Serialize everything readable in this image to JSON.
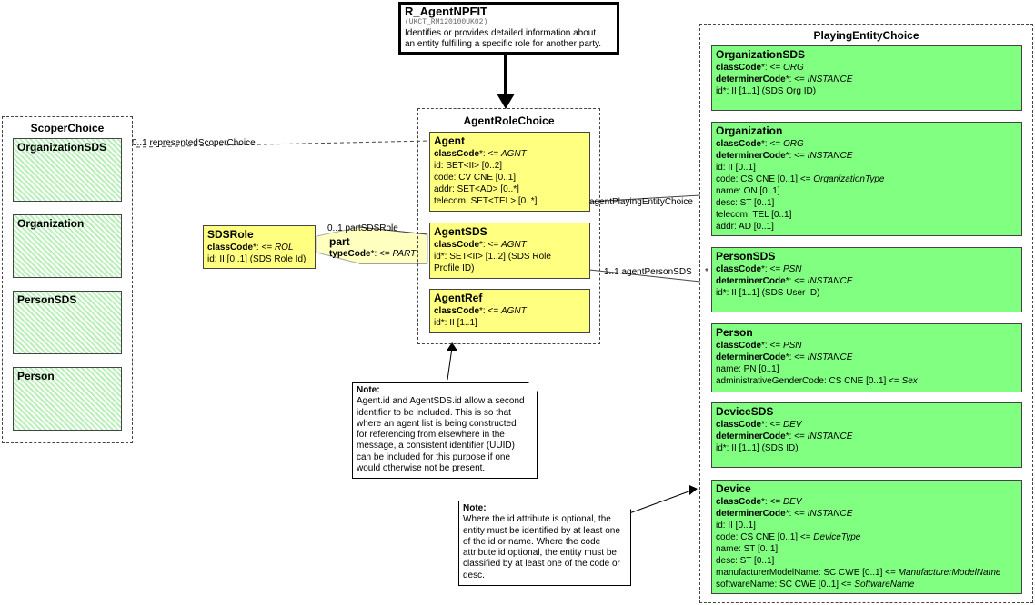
{
  "title_box": {
    "title": "R_AgentNPFIT",
    "id": "(UKCT_RM120100UK02)",
    "description_line1": "Identifies or provides detailed information about",
    "description_line2": "an entity fulfilling a specific role for another party."
  },
  "scoper_choice": {
    "title": "ScoperChoice",
    "classes": [
      "OrganizationSDS",
      "Organization",
      "PersonSDS",
      "Person"
    ]
  },
  "agent_role_choice": {
    "title": "AgentRoleChoice",
    "agent": {
      "name": "Agent",
      "classcode_label": "classCode",
      "classcode_value": "AGNT",
      "attrs": [
        "id: SET<II> [0..2]",
        "code: CV CNE [0..1]",
        "addr: SET<AD> [0..*]",
        "telecom: SET<TEL> [0..*]"
      ]
    },
    "agent_sds": {
      "name": "AgentSDS",
      "classcode_label": "classCode",
      "classcode_value": "AGNT",
      "attrs": [
        "id*: SET<II> [1..2] (SDS Role",
        "Profile ID)"
      ]
    },
    "agent_ref": {
      "name": "AgentRef",
      "classcode_label": "classCode",
      "classcode_value": "AGNT",
      "attrs": [
        "id*: II [1..1]"
      ]
    }
  },
  "sds_role": {
    "name": "SDSRole",
    "classcode_label": "classCode",
    "classcode_value": "ROL",
    "attrs": [
      "id: II [0..1] (SDS Role Id)"
    ]
  },
  "part": {
    "name": "part",
    "typecode_label": "typeCode",
    "typecode_value": "PART"
  },
  "playing_entity_choice": {
    "title": "PlayingEntityChoice",
    "organization_sds": {
      "name": "OrganizationSDS",
      "classcode_value": "ORG",
      "determiner_value": "INSTANCE",
      "attrs": [
        "id*: II [1..1] (SDS Org ID)"
      ]
    },
    "organization": {
      "name": "Organization",
      "classcode_value": "ORG",
      "determiner_value": "INSTANCE",
      "attr_id": "id: II [0..1]",
      "attr_code_prefix": "code: CS CNE [0..1] <= ",
      "attr_code_type": "OrganizationType",
      "attrs": [
        "name: ON [0..1]",
        "desc: ST [0..1]",
        "telecom: TEL [0..1]",
        "addr: AD [0..1]"
      ]
    },
    "person_sds": {
      "name": "PersonSDS",
      "classcode_value": "PSN",
      "determiner_value": "INSTANCE",
      "attrs": [
        "id*: II [1..1] (SDS User ID)"
      ]
    },
    "person": {
      "name": "Person",
      "classcode_value": "PSN",
      "determiner_value": "INSTANCE",
      "attr_name": "name: PN [0..1]",
      "attr_gender_prefix": "administrativeGenderCode: CS CNE [0..1] <= ",
      "attr_gender_type": "Sex"
    },
    "device_sds": {
      "name": "DeviceSDS",
      "classcode_value": "DEV",
      "determiner_value": "INSTANCE",
      "attrs": [
        "id*: II [1..1] (SDS ID)"
      ]
    },
    "device": {
      "name": "Device",
      "classcode_value": "DEV",
      "determiner_value": "INSTANCE",
      "attr_id": "id: II [0..1]",
      "attr_code_prefix": "code: CS CNE [0..1] <= ",
      "attr_code_type": "DeviceType",
      "attr_name": "name: ST [0..1]",
      "attr_desc": "desc: ST [0..1]",
      "attr_mfr_prefix": "manufacturerModelName: SC CWE [0..1] <= ",
      "attr_mfr_type": "ManufacturerModelName",
      "attr_sw_prefix": "softwareName: SC CWE [0..1] <= ",
      "attr_sw_type": "SoftwareName"
    }
  },
  "common": {
    "classcode_label": "classCode",
    "determiner_label": "determinerCode",
    "assign": "*: <= "
  },
  "associations": {
    "represented_scoper": "0..1 representedScoperChoice",
    "part_sds_role": "0..1 partSDSRole",
    "agent_playing_entity": "agentPlayingEntityChoice",
    "agent_person_sds": "1..1 agentPersonSDS",
    "star": "*"
  },
  "notes": {
    "note1": {
      "heading": "Note:",
      "lines": [
        "Agent.id and AgentSDS.id allow a second",
        "identifier to be included.  This is so that",
        "where an agent list is being constructed",
        "for referencing from elsewhere in the",
        "message, a consistent identifier (UUID)",
        "can be included for this purpose if one",
        "would otherwise not be present."
      ]
    },
    "note2": {
      "heading": "Note:",
      "lines": [
        "Where the id attribute is optional, the",
        "entity must be identified by at least one",
        "of the id or name.  Where the code",
        "attribute id optional, the entity must be",
        "classified by at least one of the code or",
        "desc."
      ]
    }
  }
}
